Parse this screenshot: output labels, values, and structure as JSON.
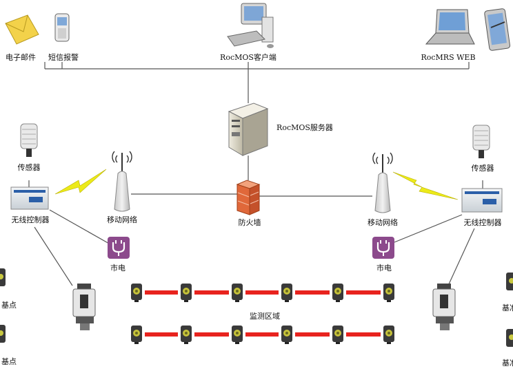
{
  "labels": {
    "email": "电子邮件",
    "sms": "短信报警",
    "client": "RocMOS客户端",
    "web": "RocMRS WEB",
    "server": "RocMOS服务器",
    "sensor_left": "传感器",
    "sensor_right": "传感器",
    "controller_left": "无线控制器",
    "controller_right": "无线控制器",
    "mobile_left": "移动网络",
    "mobile_right": "移动网络",
    "firewall": "防火墙",
    "power_left": "市电",
    "power_right": "市电",
    "monitor_area": "监测区域",
    "base_left_1": "基点",
    "base_left_2": "基点",
    "base_right_1": "基准",
    "base_right_2": "基准"
  },
  "colors": {
    "line": "#555555",
    "prism_bar": "#e8231e",
    "lightning": "#e8e000",
    "power_icon": "#8c4a8c",
    "tower": "#d9d9d9",
    "server": "#d8d4c4",
    "firewall": "#e0683a"
  },
  "icons": [
    "envelope-icon",
    "cellphone-icon",
    "desktop-computer-icon",
    "laptop-icon",
    "tablet-icon",
    "server-icon",
    "sensor-icon",
    "controller-icon",
    "antenna-tower-icon",
    "firewall-icon",
    "power-plug-icon",
    "total-station-icon",
    "prism-icon",
    "lightning-icon"
  ]
}
